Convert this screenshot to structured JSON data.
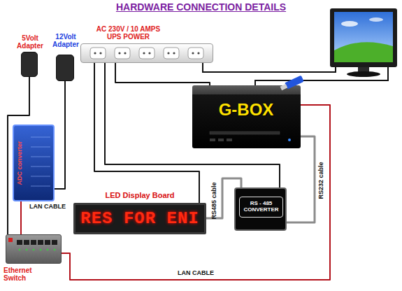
{
  "diagram": {
    "title": "HARDWARE CONNECTION DETAILS",
    "nodes": [
      {
        "text": [
          "5Volt Adapter"
        ]
      },
      {
        "text": [
          "12Volt Adapter"
        ]
      },
      {
        "text": [
          "AC 230V / 10 AMPS UPS POWER"
        ]
      },
      {
        "text": [
          "G-BOX"
        ]
      },
      {
        "text": [
          "ADC converter"
        ]
      },
      {
        "text": [
          "LED Display Board",
          "RES FOR ENI"
        ]
      },
      {
        "text": [
          "RS - 485 CONVERTER"
        ]
      },
      {
        "text": [
          "Ethernet Switch"
        ]
      }
    ],
    "edges": [
      {
        "from": 2,
        "to": 3,
        "arrow": "none"
      },
      {
        "from": 2,
        "to": 5,
        "arrow": "none"
      },
      {
        "from": 2,
        "to": 6,
        "arrow": "none"
      },
      {
        "from": 3,
        "to": 6,
        "label": "RS232 cable",
        "arrow": "none"
      },
      {
        "from": 6,
        "to": 5,
        "label": "RS485 cable",
        "arrow": "none"
      },
      {
        "from": 3,
        "to": 7,
        "label": "LAN CABLE",
        "arrow": "none"
      },
      {
        "from": 4,
        "to": 7,
        "label": "LAN CABLE",
        "arrow": "none"
      },
      {
        "from": 0,
        "to": 7,
        "arrow": "none"
      },
      {
        "from": 1,
        "to": 4,
        "arrow": "none"
      }
    ]
  }
}
